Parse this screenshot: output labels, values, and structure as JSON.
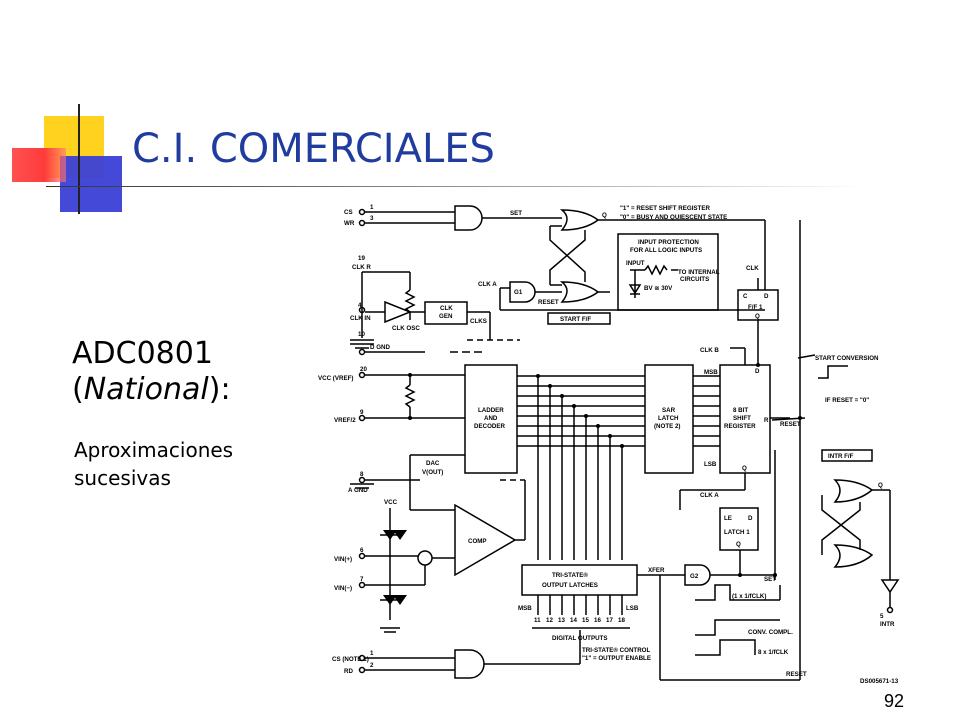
{
  "slide": {
    "title": "C.I. COMERCIALES",
    "chip_name": "ADC0801",
    "chip_maker_open": "(",
    "chip_maker": "National",
    "chip_maker_close": "):",
    "description_line1": "Aproximaciones",
    "description_line2": "sucesivas",
    "page_number": "92"
  },
  "colors": {
    "title": "#1f3c9e",
    "deco_yellow": "#ffd21f",
    "deco_blue": "#3b3fd6",
    "deco_red": "#ff3b3b"
  },
  "diagram": {
    "labels": {
      "cs": "CS",
      "wr": "WR",
      "pin1": "1",
      "pin3": "3",
      "set": "SET",
      "q_top": "Q",
      "note_reset_shift": "\"1\" = RESET SHIFT REGISTER",
      "note_busy": "\"0\" = BUSY AND QUIESCENT STATE",
      "input_protection_1": "INPUT PROTECTION",
      "input_protection_2": "FOR ALL LOGIC INPUTS",
      "input": "INPUT",
      "to_internal_1": "TO INTERNAL",
      "to_internal_2": "CIRCUITS",
      "bv": "BV ≅ 30V",
      "clk": "CLK",
      "c": "C",
      "d": "D",
      "ff1": "F/F 1",
      "q_ff1": "Q",
      "pin19": "19",
      "clk_r": "CLK R",
      "clk_a": "CLK A",
      "g1": "G1",
      "reset_g1": "RESET",
      "start_ff": "START F/F",
      "pin4": "4",
      "clk_in": "CLK IN",
      "clk_osc": "CLK OSC",
      "clk_gen_1": "CLK",
      "clk_gen_2": "GEN",
      "clks": "CLKS",
      "pin10": "10",
      "d_gnd": "D GND",
      "clk_b": "CLK B",
      "start_conversion": "START CONVERSION",
      "pin20": "20",
      "vcc_vref": "VCC (VREF)",
      "ladder_1": "LADDER",
      "ladder_2": "AND",
      "ladder_3": "DECODER",
      "sar_1": "SAR",
      "sar_2": "LATCH",
      "sar_3": "(NOTE 2)",
      "msb": "MSB",
      "lsb": "LSB",
      "d_sr": "D",
      "shift_1": "8 BIT",
      "shift_2": "SHIFT",
      "shift_3": "REGISTER",
      "r_sr": "R",
      "q_sr": "Q",
      "if_reset": "IF RESET = \"0\"",
      "reset_sr": "RESET",
      "pin9": "9",
      "vref2": "VREF/2",
      "dac": "DAC",
      "vout": "V(OUT)",
      "intr_ff": "INTR F/F",
      "pin8": "8",
      "a_gnd": "A GND",
      "clk_a2": "CLK A",
      "q_intr": "Q",
      "vcc2": "VCC",
      "le": "LE",
      "d_latch": "D",
      "latch1": "LATCH 1",
      "q_latch": "Q",
      "comp": "COMP",
      "pin6": "6",
      "vin_plus": "VIN(+)",
      "pin7": "7",
      "vin_minus": "VIN(−)",
      "xfer": "XFER",
      "g2": "G2",
      "set2": "SET",
      "tristate_1": "TRI-STATE®",
      "tristate_2": "OUTPUT LATCHES",
      "one_clk": "(1 x 1/fCLK)",
      "conv_compl": "CONV. COMPL.",
      "eight_clk": "8 x 1/fCLK",
      "msb2": "MSB",
      "lsb2": "LSB",
      "digital_outputs": "DIGITAL OUTPUTS",
      "pin5": "5",
      "intr": "INTR",
      "cs_note": "CS (NOTE 1)",
      "rd": "RD",
      "pin1b": "1",
      "pin2": "2",
      "tri_control_1": "TRI-STATE® CONTROL",
      "tri_control_2": "\"1\" = OUTPUT ENABLE",
      "reset_bottom": "RESET",
      "ds_code": "DS005671-13"
    },
    "output_pins": [
      "11",
      "12",
      "13",
      "14",
      "15",
      "16",
      "17",
      "18"
    ]
  }
}
